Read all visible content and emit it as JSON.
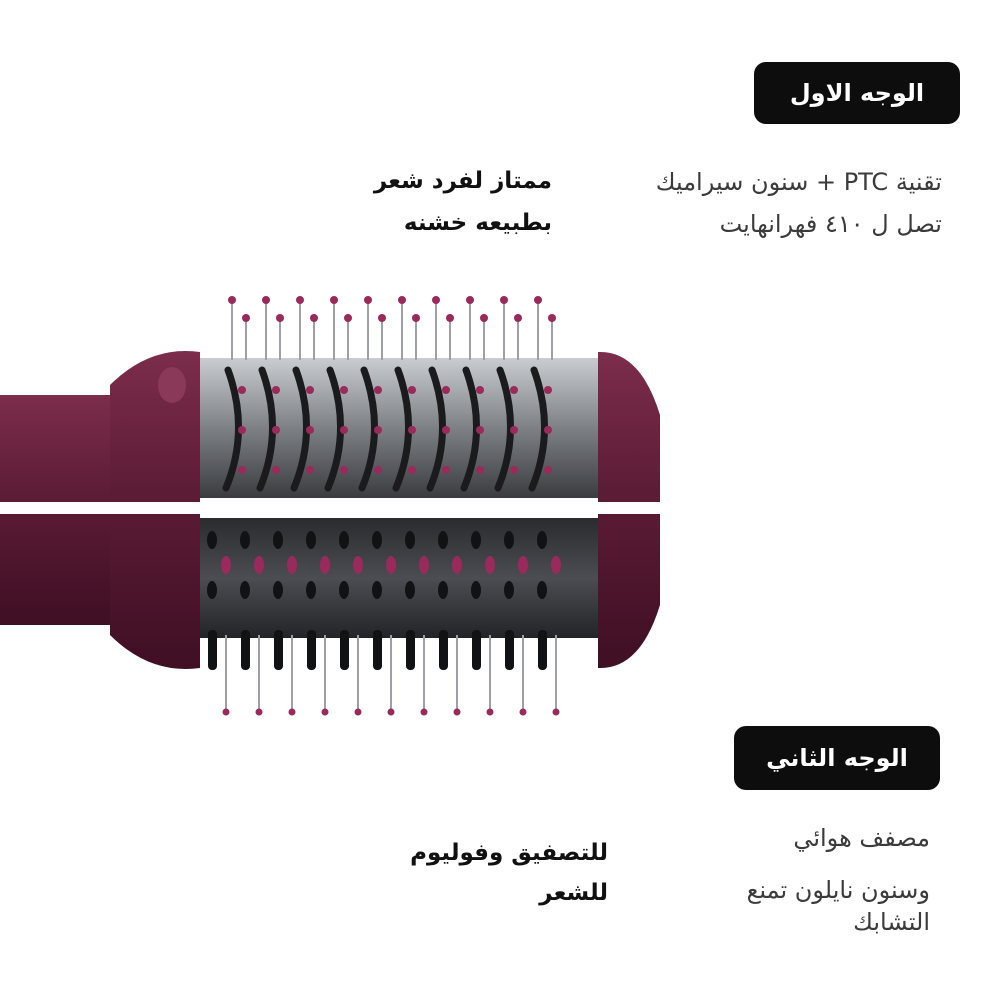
{
  "top_section": {
    "badge": "الوجه الاول",
    "feature_line_1": "تقنية PTC + سنون سيراميك",
    "feature_line_2": "تصل ل ٤١٠ فهرانهايت",
    "highlight_line_1": "ممتاز لفرد شعر",
    "highlight_line_2": "بطبيعه خشنه"
  },
  "bottom_section": {
    "badge": "الوجه الثاني",
    "feature_line_1": "مصفف هوائي",
    "feature_line_2": "وسنون نايلون تمنع",
    "feature_line_3": "التشابك",
    "highlight_line_1": "للتصفيق وفوليوم",
    "highlight_line_2": "للشعر"
  },
  "colors": {
    "badge_bg": "#0d0d0d",
    "handle": "#6e2440",
    "bristle_tip": "#9a2a5c",
    "barrel": "#8e9196"
  }
}
